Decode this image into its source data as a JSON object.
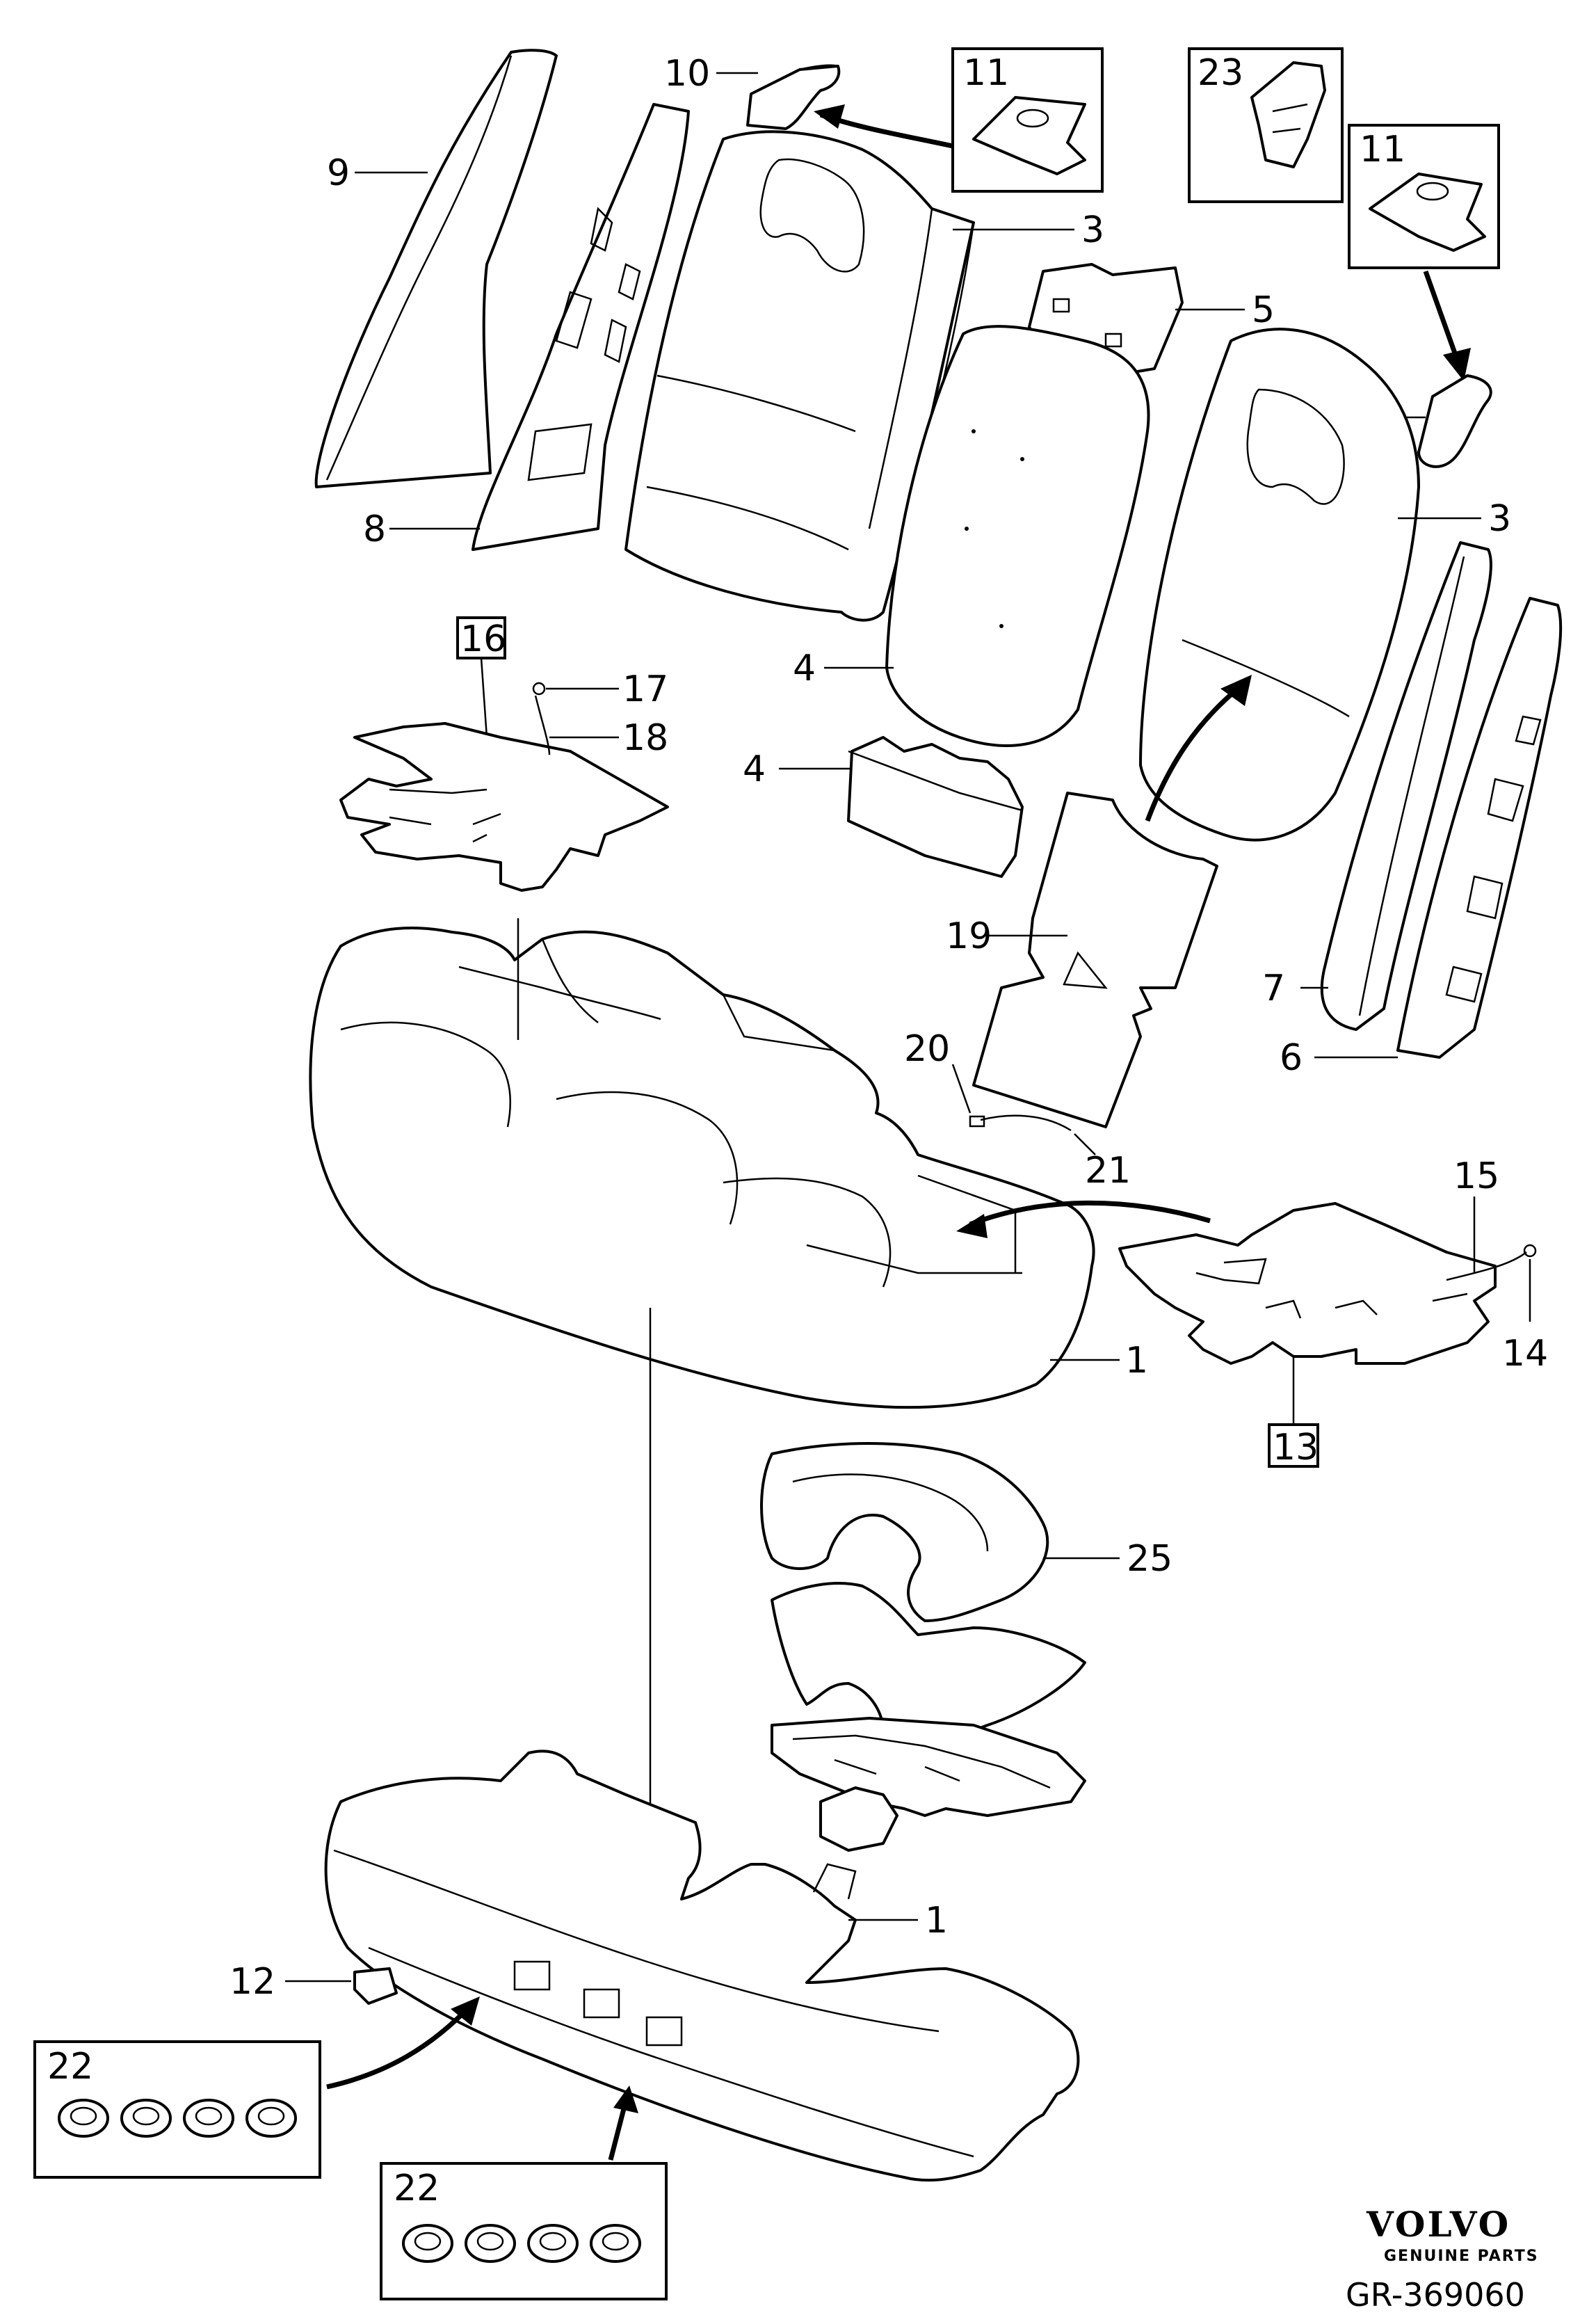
{
  "callouts": {
    "c1a": "1",
    "c1b": "1",
    "c3a": "3",
    "c3b": "3",
    "c4a": "4",
    "c4b": "4",
    "c5": "5",
    "c6": "6",
    "c7": "7",
    "c8": "8",
    "c9": "9",
    "c10a": "10",
    "c10b": "10",
    "c11a": "11",
    "c11b": "11",
    "c12": "12",
    "c13": "13",
    "c14": "14",
    "c15": "15",
    "c16": "16",
    "c17": "17",
    "c18": "18",
    "c19": "19",
    "c20": "20",
    "c21": "21",
    "c22a": "22",
    "c22b": "22",
    "c23": "23",
    "c25": "25"
  },
  "brand": {
    "name": "VOLVO",
    "tagline": "GENUINE PARTS"
  },
  "diagram_id": "GR-369060"
}
